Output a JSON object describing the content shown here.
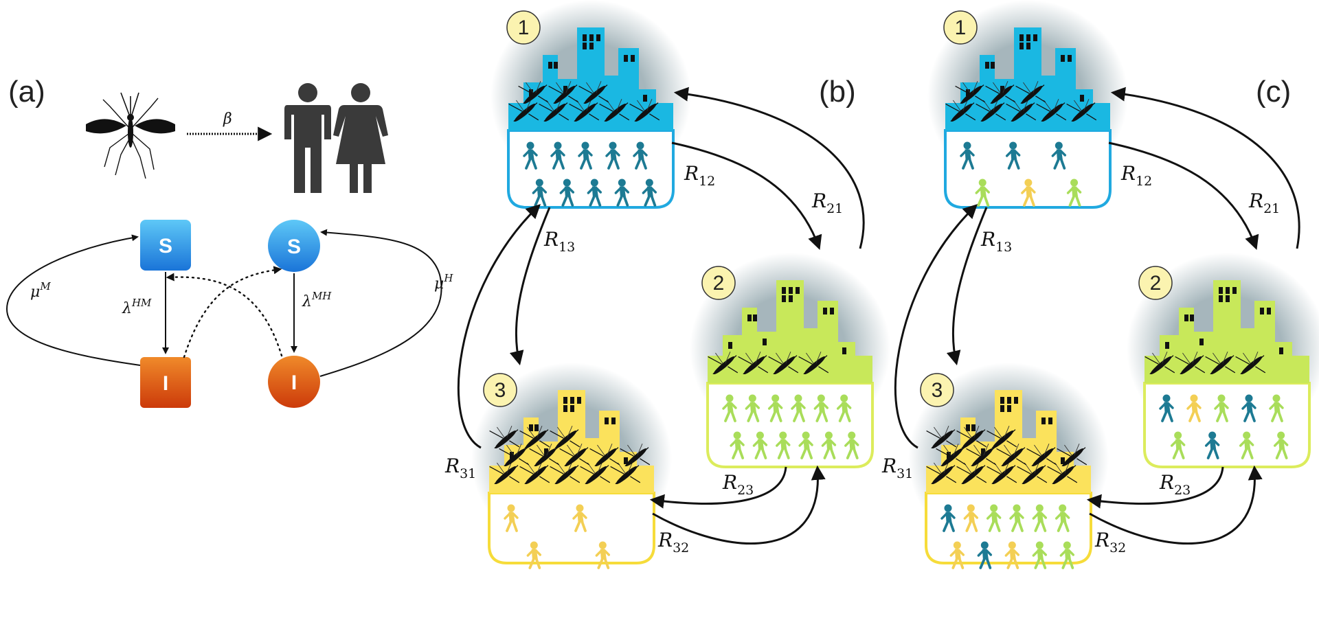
{
  "panels": {
    "a": {
      "label": "(a)"
    },
    "b": {
      "label": "(b)"
    },
    "c": {
      "label": "(c)"
    }
  },
  "panel_a": {
    "beta": "β",
    "mosquito_susceptible": "S",
    "mosquito_infected": "I",
    "human_susceptible": "S",
    "human_infected": "I",
    "mu_m": {
      "base": "μ",
      "sup": "M"
    },
    "mu_h": {
      "base": "μ",
      "sup": "H"
    },
    "lambda_hm": {
      "base": "λ",
      "sup": "HM"
    },
    "lambda_mh": {
      "base": "λ",
      "sup": "MH"
    }
  },
  "patches": {
    "p1": {
      "number": "1",
      "color": "#1ab8e2",
      "border": "#20a9e0"
    },
    "p2": {
      "number": "2",
      "color": "#c8e85a",
      "border": "#dcec5c"
    },
    "p3": {
      "number": "3",
      "color": "#fbe25c",
      "border": "#f6dc3a"
    }
  },
  "rates": {
    "r12": {
      "base": "R",
      "sub": "12"
    },
    "r21": {
      "base": "R",
      "sub": "21"
    },
    "r13": {
      "base": "R",
      "sub": "13"
    },
    "r31": {
      "base": "R",
      "sub": "31"
    },
    "r23": {
      "base": "R",
      "sub": "23"
    },
    "r32": {
      "base": "R",
      "sub": "32"
    }
  },
  "colors": {
    "s_mosquito_top": "#5ec8f7",
    "s_mosquito_bottom": "#1a74d8",
    "i_top": "#f08a2a",
    "i_bottom": "#cc3a0a",
    "walker_blue": "#1d7a93",
    "walker_green": "#a9dd5a",
    "walker_yellow": "#f3cf55"
  }
}
